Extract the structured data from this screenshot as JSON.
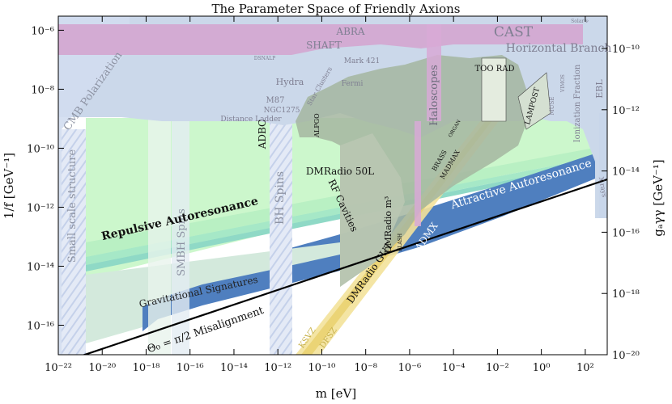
{
  "chart_data": {
    "type": "area",
    "title": "The Parameter Space of Friendly Axions",
    "xlabel": "m [eV]",
    "ylabel_left": "1/f [GeV⁻¹]",
    "ylabel_right": "gₐγγ [GeV⁻¹]",
    "x_scale": "log",
    "y_scale": "log",
    "xlim": [
      1e-22,
      1000.0
    ],
    "ylim_left": [
      1e-17,
      3e-06
    ],
    "x_ticks": [
      "10⁻²²",
      "10⁻²⁰",
      "10⁻¹⁸",
      "10⁻¹⁶",
      "10⁻¹⁴",
      "10⁻¹²",
      "10⁻¹⁰",
      "10⁻⁸",
      "10⁻⁶",
      "10⁻⁴",
      "10⁻²",
      "10⁰",
      "10²"
    ],
    "y_ticks_left": [
      "10⁻⁶",
      "10⁻⁸",
      "10⁻¹⁰",
      "10⁻¹²",
      "10⁻¹⁴",
      "10⁻¹⁶"
    ],
    "y_ticks_right": [
      "10⁻¹⁰",
      "10⁻¹²",
      "10⁻¹⁴",
      "10⁻¹⁶",
      "10⁻¹⁸",
      "10⁻²⁰"
    ],
    "boundary_lines": [
      {
        "name": "Θ₀ = π/2 Misalignment",
        "points": [
          [
            1e-22,
            1e-17
          ],
          [
            1000.0,
            2e-11
          ]
        ]
      }
    ],
    "regions": {
      "cast_bound": "CAST",
      "abra": "ABRA",
      "shaft": "SHAFT",
      "dsnalp": "DSNALP",
      "mark421": "Mark 421",
      "hydra": "Hydra",
      "star_clusters": "Star Clusters",
      "fermi": "Fermi",
      "m87": "M87",
      "ngc1275": "NGC1275",
      "distance_ladder": "Distance Ladder",
      "horizontal_branch": "Horizontal Branch",
      "solar_nu": "Solar ν",
      "haloscopes": "Haloscopes",
      "too_rad": "TOO RAD",
      "lampost": "LAMPOST",
      "muse": "MUSE",
      "vimos": "VIMOS",
      "ionization_fraction": "Ionization Fraction",
      "ebl": "EBL",
      "x_rays": "X-rays",
      "cmb_polarization": "CMB Polarization",
      "small_scale_structure": "Small scale structure",
      "smbh_spins": "SMBH Spins",
      "bh_spins": "BH Spins",
      "adbc": "ADBC",
      "alpgo": "ALPGO",
      "dmradio_50l": "DMRadio 50L",
      "rf_cavities": "RF Cavities",
      "dmradio_m3": "DMRadio m³",
      "klash": "KLASH",
      "dmradio_gut": "DMRadio GUT",
      "admx": "ADMX",
      "brass": "BRASS",
      "madmax": "MADMAX",
      "organ": "ORGAN",
      "ksvz": "KSVZ",
      "dfsz": "DFSZ",
      "repulsive_autoresonance": "Repulsive Autoresonance",
      "attractive_autoresonance": "Attractive Autoresonance",
      "gravitational_signatures": "Gravitational Signatures",
      "misalignment": "Θ₀ = π/2 Misalignment"
    }
  },
  "colors": {
    "astro_bounds": "#c9d6e8",
    "cast_band": "#cfa9d2",
    "haloscope_green": "#a9b9a2",
    "qcd_band": "#f0de8a",
    "repulsive_green": "#c8f6c8",
    "attractive_blue": "#4f7fbf",
    "grav_signatures": "#cfe5d9",
    "hatch_blue": "#d6dff0"
  }
}
